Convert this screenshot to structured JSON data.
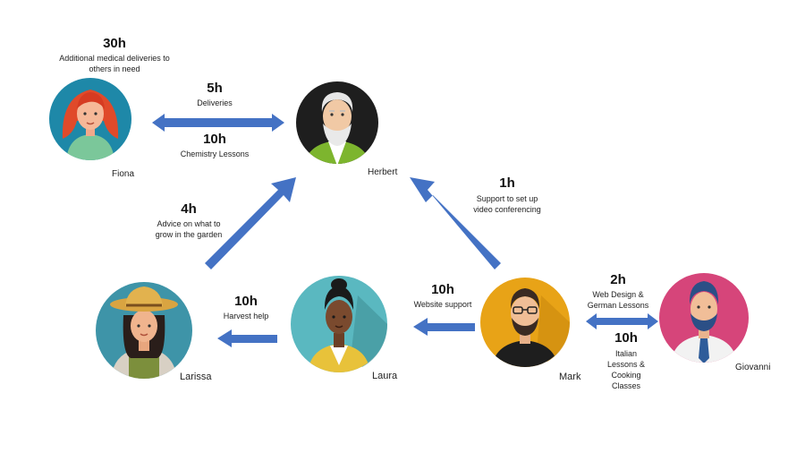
{
  "colors": {
    "arrow": "#4472C4",
    "fiona_bg": "#1E88A8",
    "herbert_bg": "#1E1E1E",
    "larissa_bg": "#3E94A8",
    "laura_bg": "#5AB8C0",
    "mark_bg": "#E8A317",
    "giovanni_bg": "#D6457A"
  },
  "people": {
    "fiona": "Fiona",
    "herbert": "Herbert",
    "larissa": "Larissa",
    "laura": "Laura",
    "mark": "Mark",
    "giovanni": "Giovanni"
  },
  "exchanges": {
    "fiona_extra": {
      "hours": "30h",
      "label": "Additional medical deliveries to others in need"
    },
    "herbert_to_fiona": {
      "hours": "5h",
      "label": "Deliveries"
    },
    "fiona_to_herbert": {
      "hours": "10h",
      "label": "Chemistry Lessons"
    },
    "larissa_to_herbert": {
      "hours": "4h",
      "label": "Advice on what to grow in the  garden"
    },
    "mark_to_herbert": {
      "hours": "1h",
      "label": "Support to set up video conferencing"
    },
    "laura_to_larissa": {
      "hours": "10h",
      "label": "Harvest help"
    },
    "mark_to_laura": {
      "hours": "10h",
      "label": "Website support"
    },
    "mark_to_giovanni": {
      "hours": "2h",
      "label": "Web Design & German Lessons"
    },
    "giovanni_to_mark": {
      "hours": "10h",
      "label": "Italian Lessons & Cooking Classes"
    }
  }
}
